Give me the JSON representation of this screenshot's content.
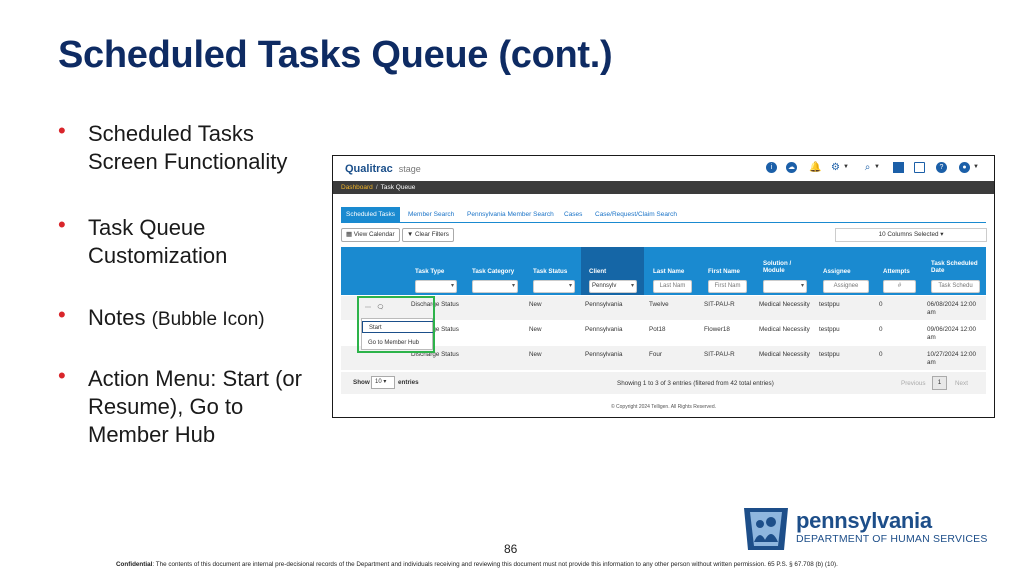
{
  "slide": {
    "title": "Scheduled Tasks Queue (cont.)",
    "page_number": "86",
    "confidential_label": "Confidential",
    "confidential_text": ": The contents of this document are internal pre-decisional records of the Department and individuals receiving and reviewing this document must not provide this information to any other person without written permission. 65 P.S. § 67.708 (b) (10).",
    "bullets": [
      {
        "text": "Scheduled Tasks Screen Functionality",
        "extra": ""
      },
      {
        "text": "Task Queue Customization",
        "extra": ""
      },
      {
        "text": "Notes ",
        "extra": "(Bubble Icon)"
      },
      {
        "text": "Action Menu: Start (or Resume), Go to Member Hub",
        "extra": ""
      }
    ],
    "brand": {
      "name": "pennsylvania",
      "department": "DEPARTMENT OF HUMAN SERVICES"
    }
  },
  "app": {
    "logo_text": "Qualitrac",
    "env": "stage",
    "breadcrumb": {
      "home": "Dashboard",
      "separator": "/",
      "current": "Task Queue"
    },
    "tabs": [
      "Scheduled Tasks",
      "Member Search",
      "Pennsylvania Member Search",
      "Cases",
      "Case/Request/Claim Search"
    ],
    "toolbar": {
      "view_calendar": "View Calendar",
      "clear_filters": "Clear Filters",
      "columns_selected": "10 Columns Selected ▾"
    },
    "columns": [
      "Task Type",
      "Task Category",
      "Task Status",
      "Client",
      "Last Name",
      "First Name",
      "Solution / Module",
      "Assignee",
      "Attempts",
      "Task Scheduled Date"
    ],
    "filters": {
      "client": "Pennsylv",
      "last_name": "Last Nam",
      "first_name": "First Nam",
      "assignee": "Assignee",
      "attempts": "#",
      "date": "Task Schedu"
    },
    "rows": [
      {
        "type": "Discharge Status",
        "status": "New",
        "client": "Pennsylvania",
        "last": "Twelve",
        "first": "SIT-PAU-R",
        "module": "Medical Necessity",
        "assignee": "testppu",
        "attempts": "0",
        "date": "06/08/2024 12:00 am"
      },
      {
        "type": "Discharge Status",
        "status": "New",
        "client": "Pennsylvania",
        "last": "Pot18",
        "first": "Flower18",
        "module": "Medical Necessity",
        "assignee": "testppu",
        "attempts": "0",
        "date": "09/06/2024 12:00 am"
      },
      {
        "type": "Discharge Status",
        "status": "New",
        "client": "Pennsylvania",
        "last": "Four",
        "first": "SIT-PAU-R",
        "module": "Medical Necessity",
        "assignee": "testppu",
        "attempts": "0",
        "date": "10/27/2024 12:00 am"
      }
    ],
    "action_menu": {
      "start": "Start",
      "go_to_member_hub": "Go to Member Hub"
    },
    "pagination": {
      "show": "Show",
      "page_size": "10",
      "entries": "entries",
      "info": "Showing 1 to 3 of 3 entries (filtered from 42 total entries)",
      "previous": "Previous",
      "page": "1",
      "next": "Next"
    },
    "copyright": "© Copyright 2024 Telligen. All Rights Reserved."
  },
  "colors": {
    "title_navy": "#0e2b63",
    "bullet_red": "#d9252b",
    "table_blue": "#1a8ad0",
    "highlight_green": "#2db34a",
    "brand_blue": "#1d4e89"
  }
}
